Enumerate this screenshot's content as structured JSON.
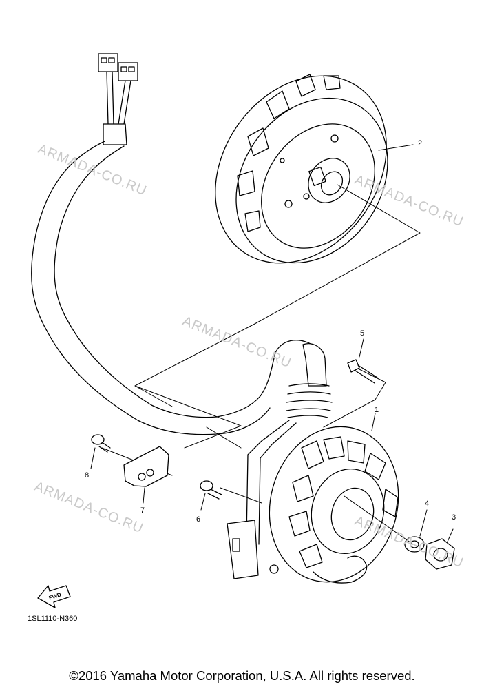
{
  "watermark": "ARMADA-CO.RU",
  "callouts": [
    "1",
    "2",
    "3",
    "4",
    "5",
    "6",
    "7",
    "8"
  ],
  "fwd_label": "FWD",
  "diagram_code": "1SL1110-N360",
  "copyright": "©2016 Yamaha Motor Corporation, U.S.A. All rights reserved."
}
